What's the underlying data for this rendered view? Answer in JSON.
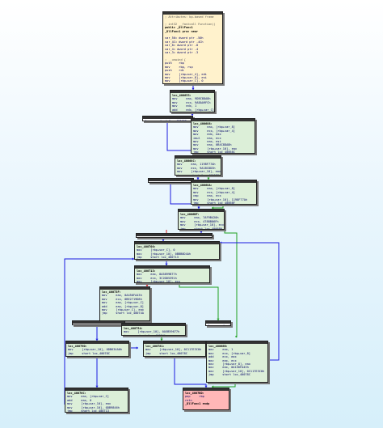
{
  "blocks": [
    {
      "id": "entry",
      "kind": "entry",
      "lines": [
        "; Attributes: bp-based frame",
        "",
        "; int32 __fastcall Function()",
        "public _DllFunc1",
        "_DllFunc1 proc near",
        "",
        "var_50= dword ptr -50h",
        "var_4C= dword ptr -4Ch",
        "var_8= dword ptr -8",
        "var_4= dword ptr -4",
        "var_3= dword ptr -3",
        "",
        "; __unwind {",
        "push    rbp",
        "mov     rbp, rsp",
        "push    rdi",
        "mov     [rbp+var_4], edi",
        "mov     [rbp+var_8], esi",
        "mov     [rbp+var_C], 0",
        "mov     [rbp+var_10], 0A6FE8865h"
      ]
    },
    {
      "id": "b1",
      "kind": "node",
      "lines": [
        "loc_400653:",
        "mov     eax, 9DBC8DA8h",
        "mov     ecx, 9A8AA9FCh",
        "mov     edx, 1",
        "add     edx, [rbp+var_C]",
        "mov     [rbp+var_C], edx",
        "jmp     short loc_40068B"
      ]
    },
    {
      "id": "s1",
      "kind": "strip",
      "lines": [
        "jmp     short loc_400688"
      ]
    },
    {
      "id": "b2",
      "kind": "node",
      "lines": [
        "loc_400688:",
        "mov     eax, [rbp+var_8]",
        "mov     ecx, [rbp+var_4]",
        "mov     edx, eax",
        "imul    eax, ecx",
        "mov     eax, esi",
        "mov     eax, 0B4C8DA8h",
        "mov     [rbp+var_10], eax",
        "jmp     short loc_40068C"
      ]
    },
    {
      "id": "b3",
      "kind": "node",
      "lines": [
        "loc_40068C:",
        "mov     eax, 1198F77Ah",
        "mov     ecx, 9A1BC8D3h",
        "mov     [rbp+var_10], eax",
        "jmp     short loc_40068C"
      ]
    },
    {
      "id": "s2",
      "kind": "strip",
      "lines": [
        "jmp     short loc_40068A"
      ]
    },
    {
      "id": "b4",
      "kind": "node",
      "lines": [
        "loc_40068A:",
        "mov     eax, [rbp+var_8]",
        "mov     ecx, [rbp+var_4]",
        "cmp     eax, ecx",
        "mov     [rbp+var_10], 1198F77Ah",
        "jmp     short loc_4006BF"
      ]
    },
    {
      "id": "b5",
      "kind": "node",
      "lines": [
        "loc_4006BF:",
        "mov     eax, 7AF9B420h",
        "mov     ecx, 4788B86Fh",
        "mov     [rbp+var_10], ecx",
        "jmp     short loc_4006B0"
      ]
    },
    {
      "id": "s3",
      "kind": "strip",
      "lines": [
        "jmp     short loc_4006F0"
      ]
    },
    {
      "id": "b6",
      "kind": "node",
      "lines": [
        "loc_400700:",
        "mov     [rbp+var_C], 0",
        "mov     [rbp+var_10], 0BBB0D4Ah",
        "jmp     short loc_400713"
      ]
    },
    {
      "id": "b7",
      "kind": "node",
      "lines": [
        "loc_400713:",
        "mov     eax, 8A5899B77h",
        "mov     ecx, 3C2DD5391h",
        "mov     [rbp+var_10], ecx",
        "jmp     short loc_40073F"
      ]
    },
    {
      "id": "b8",
      "kind": "node",
      "lines": [
        "loc_40073F:",
        "mov     eax, 0A450FA43h",
        "mov     ecx, 0BE2719D8h",
        "mov     eax, [rbp+var_C]",
        "add     eax, [rbp+var_8]",
        "mov     [rbp+var_C], eax",
        "jmp     short loc_40074A"
      ]
    },
    {
      "id": "s4",
      "kind": "strip",
      "lines": [
        "jmp     short loc_40074E"
      ]
    },
    {
      "id": "b9",
      "kind": "node",
      "lines": [
        "loc_400754:",
        "mov     [rbp+var_10], 0A5B59677h",
        "jmp     short loc_40074A"
      ]
    },
    {
      "id": "s5",
      "kind": "strip",
      "lines": [
        "jmp     short loc_40074A"
      ]
    },
    {
      "id": "b10",
      "kind": "node",
      "lines": [
        "loc_40079D:",
        "mov     [rbp+var_10], 0DB634A0h",
        "jmp     short loc_40078C"
      ]
    },
    {
      "id": "b11",
      "kind": "node",
      "lines": [
        "loc_400781:",
        "mov     [rbp+var_10], 0C117E3C0h",
        "jmp     short loc_40078C"
      ]
    },
    {
      "id": "b12",
      "kind": "node",
      "lines": [
        "loc_40068B:",
        "mov     eax, 1",
        "mov     ecx, [rbp+var_8]",
        "add     ecx, eax",
        "mov     eax, ecx",
        "mov     [rbp+var_8], eax",
        "mov     eax, 0A150FA43h",
        "mov     [rbp+var_10], 0C117E3C0h",
        "jmp     short loc_40078C"
      ]
    },
    {
      "id": "b13",
      "kind": "node",
      "lines": [
        "loc_40076C:",
        "mov     eax, [rbp+var_C]",
        "add     eax, 0",
        "mov     [rbp+var_10], eax",
        "mov     [rbp+var_10], 0DB9846h",
        "jmp     short loc_400713"
      ]
    },
    {
      "id": "exit",
      "kind": "exit",
      "lines": [
        "loc_4007BD:",
        "pop     rbp",
        "retn",
        "_DllFunc1 endp"
      ]
    }
  ],
  "colors": {
    "taken": "#1ea01e",
    "not_taken": "#dd2222",
    "unconditional": "#1a1adf"
  }
}
